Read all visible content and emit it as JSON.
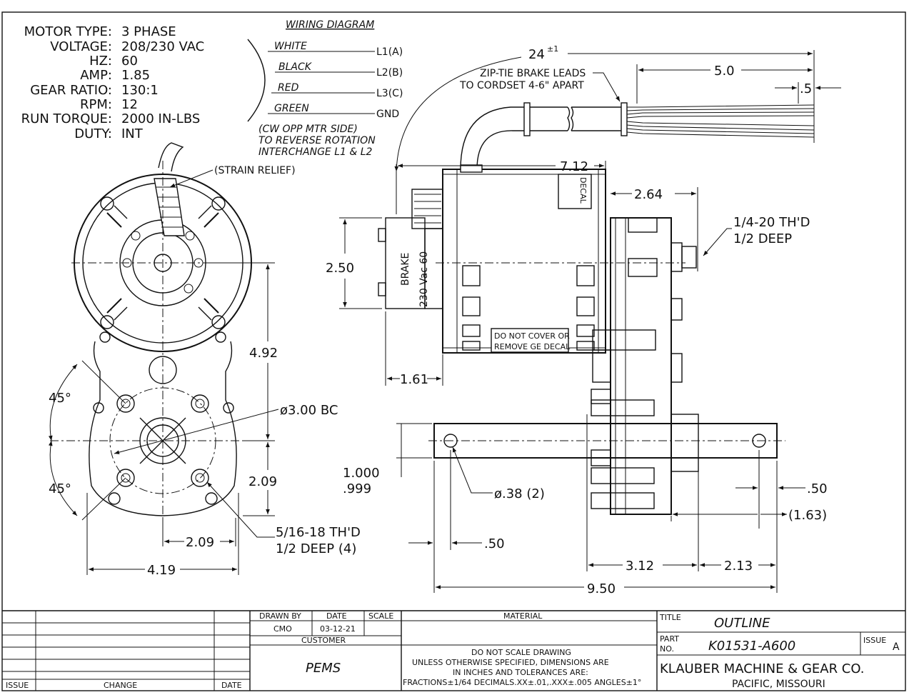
{
  "specs": [
    {
      "label": "MOTOR TYPE:",
      "value": "3 PHASE"
    },
    {
      "label": "VOLTAGE:",
      "value": "208/230 VAC"
    },
    {
      "label": "HZ:",
      "value": "60"
    },
    {
      "label": "AMP:",
      "value": "1.85"
    },
    {
      "label": "GEAR RATIO:",
      "value": "130:1"
    },
    {
      "label": "RPM:",
      "value": "12"
    },
    {
      "label": "RUN TORQUE:",
      "value": "2000 IN-LBS"
    },
    {
      "label": "DUTY:",
      "value": "INT"
    }
  ],
  "wiring": {
    "title": "WIRING DIAGRAM",
    "wires": [
      {
        "color": "WHITE",
        "terminal": "L1(A)"
      },
      {
        "color": "BLACK",
        "terminal": "L2(B)"
      },
      {
        "color": "RED",
        "terminal": "L3(C)"
      },
      {
        "color": "GREEN",
        "terminal": "GND"
      }
    ],
    "note_1": "(CW OPP MTR SIDE)",
    "note_2": "TO REVERSE ROTATION",
    "note_3": "INTERCHANGE L1 & L2"
  },
  "front_view": {
    "strain_relief": "(STRAIN RELIEF)",
    "angle_top": "45°",
    "angle_bottom": "45°",
    "dim_492": "4.92",
    "bolt_circle": "ø3.00 BC",
    "dim_209_vert": "2.09",
    "dim_209_horiz": "2.09",
    "dim_419": "4.19",
    "thread_1": "5/16-18 TH'D",
    "thread_2": "1/2 DEEP (4)"
  },
  "side_view": {
    "length_24": "24",
    "length_24_tol": "±1",
    "ziptie_1": "ZIP-TIE BRAKE LEADS",
    "ziptie_2": "TO CORDSET 4-6\" APART",
    "dim_50": "5.0",
    "dim_5": ".5",
    "dim_712": "7.12",
    "decal": "DECAL",
    "dim_264": "2.64",
    "thread_1": "1/4-20 TH'D",
    "thread_2": "1/2 DEEP",
    "dim_250": "2.50",
    "brake": "BRAKE",
    "brake_volt": "230 Vac 60",
    "warn_1": "DO NOT COVER OR",
    "warn_2": "REMOVE GE DECAL",
    "dim_161": "1.61",
    "shaft_1": "1.000",
    "shaft_2": ".999",
    "hole": "ø.38 (2)",
    "dim_50_left": ".50",
    "dim_50_right": ".50",
    "dim_163": "(1.63)",
    "dim_312": "3.12",
    "dim_213": "2.13",
    "dim_950": "9.50"
  },
  "title_block": {
    "issue_hdr": "ISSUE",
    "change_hdr": "CHANGE",
    "date_hdr": "DATE",
    "drawn_by_hdr": "DRAWN BY",
    "date_hdr2": "DATE",
    "scale_hdr": "SCALE",
    "drawn_by": "CMO",
    "date": "03-12-21",
    "customer_hdr": "CUSTOMER",
    "customer": "PEMS",
    "material_hdr": "MATERIAL",
    "note_1": "DO NOT SCALE DRAWING",
    "note_2": "UNLESS OTHERWISE SPECIFIED, DIMENSIONS ARE",
    "note_3": "IN INCHES AND TOLERANCES ARE:",
    "note_4": "FRACTIONS±1/64  DECIMALS.XX±.01,.XXX±.005  ANGLES±1°",
    "title_hdr": "TITLE",
    "title": "OUTLINE",
    "part_hdr_1": "PART",
    "part_hdr_2": "NO.",
    "part_no": "K01531-A600",
    "issue_hdr2": "ISSUE",
    "issue": "A",
    "company": "KLAUBER MACHINE & GEAR CO.",
    "location": "PACIFIC, MISSOURI"
  }
}
